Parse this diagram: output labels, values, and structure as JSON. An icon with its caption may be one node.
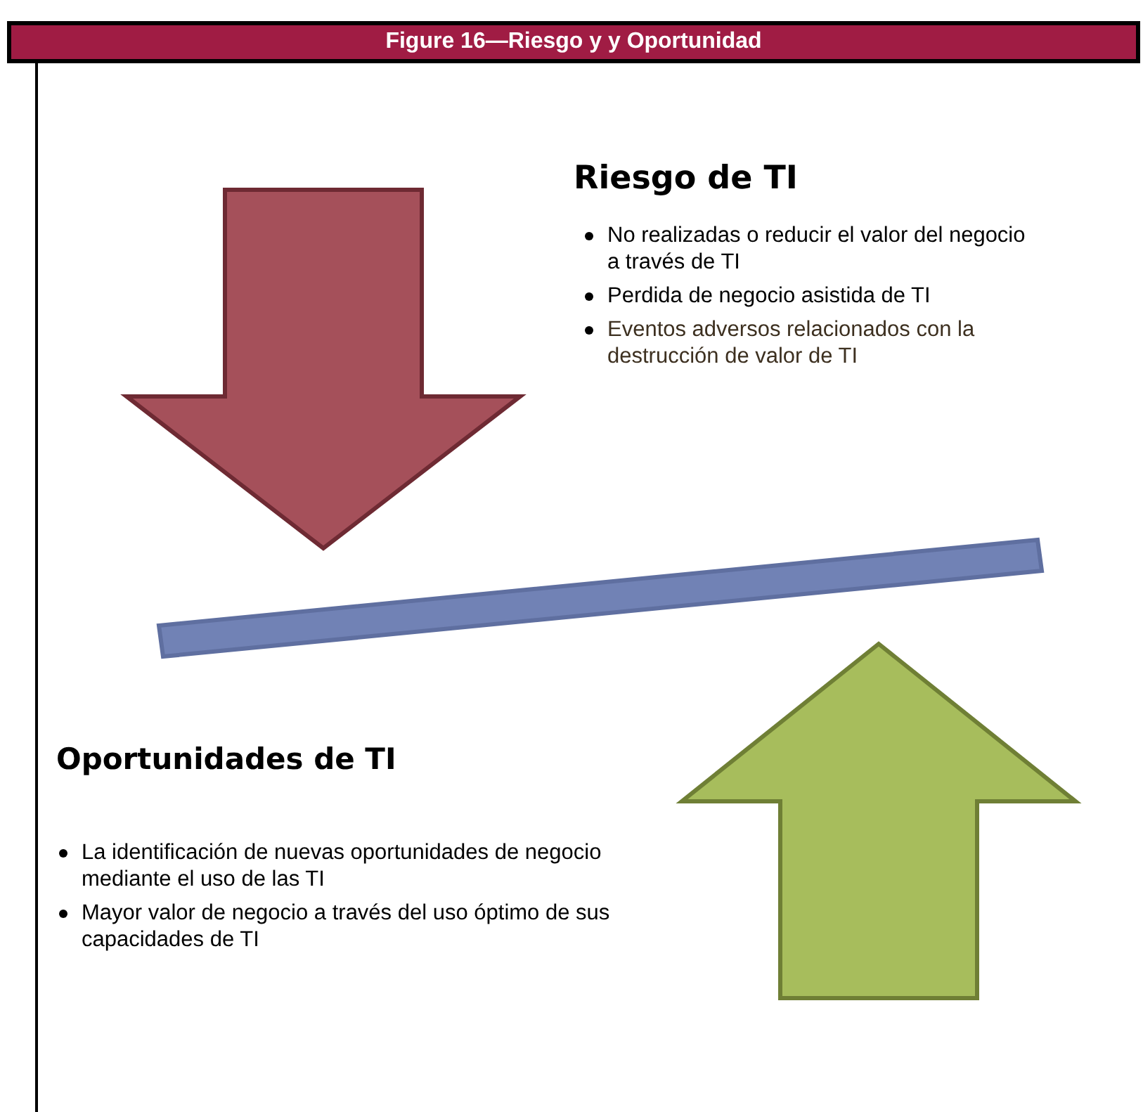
{
  "diagram": {
    "title": "Figure 16—Riesgo y y Oportunidad",
    "labels": [
      "Riesgo de TI",
      "No realizadas o reducir el valor del negocio a través de TI",
      "Perdida de negocio asistida de TI",
      "Eventos adversos relacionados con la destrucción de valor de TI",
      "Oportunidades de TI",
      "La identificación de nuevas oportunidades de negocio mediante el uso de las TI",
      "Mayor valor de negocio a través del uso óptimo de sus capacidades de TI"
    ]
  }
}
